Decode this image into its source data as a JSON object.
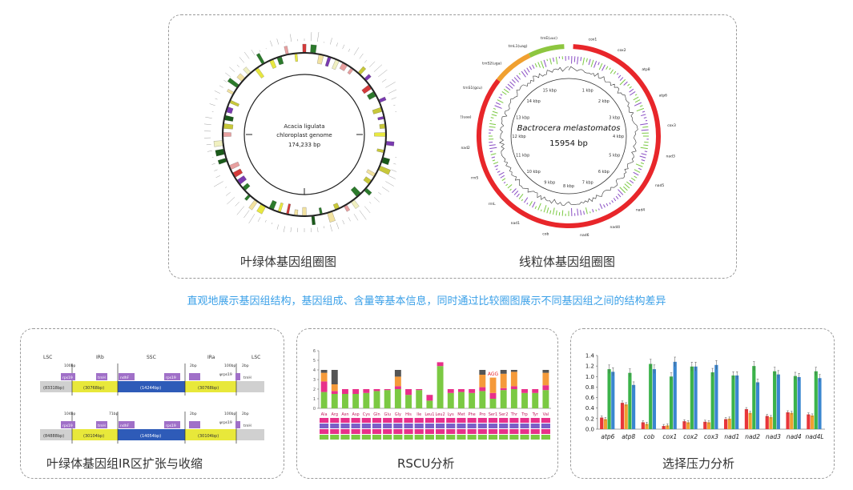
{
  "captions": {
    "chloroplast_map": "叶绿体基因组圈图",
    "mito_map": "线粒体基因组圈图",
    "ir_boundary": "叶绿体基因组IR区扩张与收缩",
    "rscu": "RSCU分析",
    "selection": "选择压力分析"
  },
  "subtitle": "直观地展示基因组结构，基因组成、含量等基本信息，同时通过比较圈图展示不同基因组之间的结构差异",
  "chloroplast": {
    "species": "Acacia ligulata",
    "genome_label": "chloroplast genome",
    "size": "174,233 bp"
  },
  "mito": {
    "species": "Bactrocera melastomatos",
    "size": "15954 bp",
    "kbp_labels": [
      "1 kbp",
      "2 kbp",
      "3 kbp",
      "4 kbp",
      "5 kbp",
      "6 kbp",
      "7 kbp",
      "8 kbp",
      "9 kbp",
      "10 kbp",
      "11 kbp",
      "12 kbp",
      "13 kbp",
      "14 kbp",
      "15 kbp"
    ],
    "gene_labels": [
      "cox1",
      "cox2",
      "atp8",
      "atp6",
      "cox3",
      "nad3",
      "nad5",
      "nad4",
      "nad4l",
      "nad6",
      "cob",
      "nad1",
      "rrnL",
      "rrnS",
      "nad2",
      "trnL2(uaa)",
      "trnS1(gcu)",
      "trnS2(uga)",
      "trnL1(uag)",
      "trnE(uuc)"
    ]
  },
  "ir": {
    "regions": [
      "LSC",
      "IRb",
      "SSC",
      "IRa",
      "LSC"
    ],
    "row1": {
      "left_len": "(83318bp)",
      "irb": "(30768bp)",
      "ssc": "(14244bp)",
      "ira": "(30768bp)",
      "top_labels": [
        "100bp",
        "2bp",
        "100bp",
        "2bp"
      ],
      "genes": [
        "rps19",
        "trnH",
        "ndhF",
        "rps19",
        "ψrps19",
        "trnH"
      ]
    },
    "row2": {
      "left_len": "(84888bp)",
      "irb": "(30104bp)",
      "ssc": "(14054bp)",
      "ira": "(30104bp)",
      "top_labels": [
        "104bp",
        "71bp",
        "2bp",
        "100bp",
        "2bp"
      ],
      "genes": [
        "rps19",
        "trnH",
        "ndhF",
        "rps19",
        "ψrps19",
        "trnH"
      ]
    }
  },
  "chart_data": [
    {
      "type": "bar",
      "name": "rscu",
      "categories": [
        "Ala",
        "Arg",
        "Asn",
        "Asp",
        "Cys",
        "Gln",
        "Glu",
        "Gly",
        "His",
        "Ile",
        "Leu1",
        "Leu2",
        "Lys",
        "Met",
        "Phe",
        "Pro",
        "Ser1",
        "Ser2",
        "Thr",
        "Trp",
        "Tyr",
        "Val"
      ],
      "stacks": [
        [
          1.7,
          1.1,
          0.9,
          0.3
        ],
        [
          1.5,
          0.3,
          0.7,
          1.5
        ],
        [
          1.5,
          0.5
        ],
        [
          1.5,
          0.5
        ],
        [
          1.6,
          0.4
        ],
        [
          1.8,
          0.2
        ],
        [
          1.9,
          0.1
        ],
        [
          2.0,
          0.3,
          1.0,
          0.7
        ],
        [
          1.4,
          0.6
        ],
        [
          1.9,
          0.1
        ],
        [
          0.8,
          0.6
        ],
        [
          4.4,
          0.4
        ],
        [
          1.6,
          0.4
        ],
        [
          1.7,
          0.3
        ],
        [
          1.6,
          0.4
        ],
        [
          1.8,
          0.4,
          1.3,
          0.5
        ],
        [
          1.0,
          0.6,
          1.6
        ],
        [
          1.9,
          0.2,
          1.5,
          0.4
        ],
        [
          2.0,
          0.3,
          1.5,
          0.2
        ],
        [
          1.6,
          0.4
        ],
        [
          1.6,
          0.4
        ],
        [
          1.9,
          0.5,
          1.3,
          0.3
        ]
      ],
      "stack_colors": [
        "#7bc943",
        "#e8308a",
        "#f59a3a",
        "#555555"
      ],
      "ylim": [
        0,
        6
      ],
      "yticks": [
        0,
        1,
        2,
        3,
        4,
        5,
        6
      ],
      "annotation": "AGG"
    },
    {
      "type": "bar",
      "name": "selection",
      "categories": [
        "atp6",
        "atp8",
        "cob",
        "cox1",
        "cox2",
        "cox3",
        "nad1",
        "nad2",
        "nad3",
        "nad4",
        "nad4L"
      ],
      "series": [
        {
          "color": "#e8363a",
          "values": [
            0.22,
            0.5,
            0.13,
            0.06,
            0.15,
            0.14,
            0.19,
            0.38,
            0.25,
            0.32,
            0.28
          ]
        },
        {
          "color": "#f0a030",
          "values": [
            0.19,
            0.47,
            0.1,
            0.07,
            0.13,
            0.13,
            0.2,
            0.31,
            0.23,
            0.31,
            0.26
          ]
        },
        {
          "color": "#3bb34a",
          "values": [
            1.14,
            1.07,
            1.24,
            1.0,
            1.19,
            1.08,
            1.02,
            1.2,
            1.1,
            1.01,
            1.1
          ]
        },
        {
          "color": "#3a86d0",
          "values": [
            1.09,
            0.84,
            1.14,
            1.28,
            1.19,
            1.22,
            1.02,
            0.89,
            1.04,
            0.99,
            0.97
          ]
        }
      ],
      "ylim": [
        0,
        1.4
      ],
      "yticks": [
        "0.0",
        "0.2",
        "0.4",
        "0.6",
        "0.8",
        "1.0",
        "1.2",
        "1.4"
      ]
    }
  ]
}
